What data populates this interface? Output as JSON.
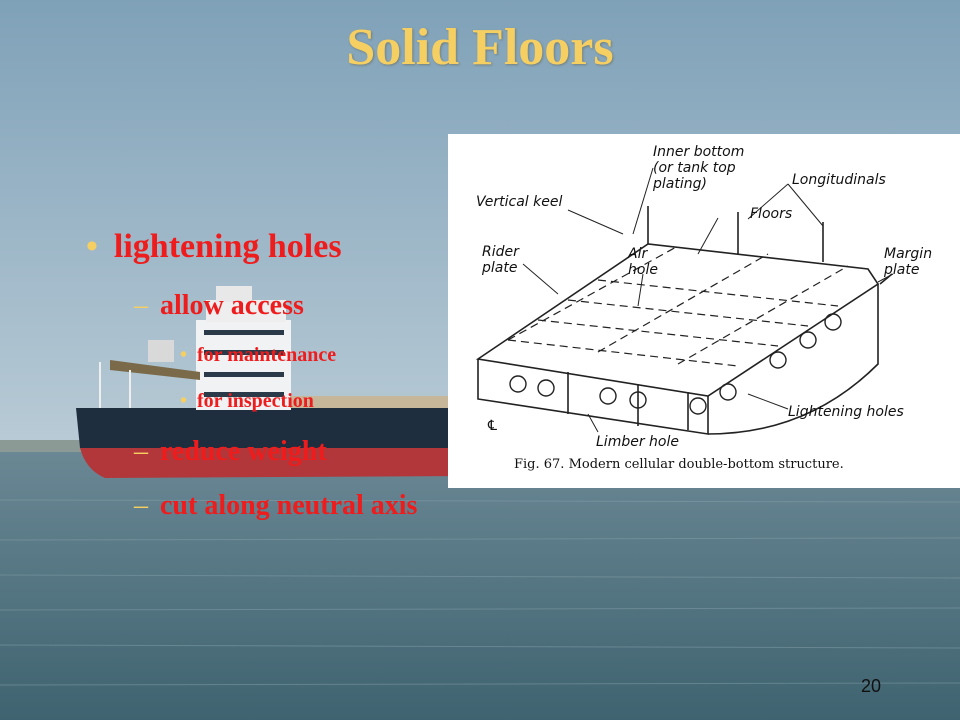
{
  "slide": {
    "title": "Solid Floors",
    "page_number": "20"
  },
  "bullets": {
    "main": "lightening holes",
    "sub1": "allow access",
    "sub1_items": [
      "for maintenance",
      "for inspection"
    ],
    "sub2": "reduce weight",
    "sub3": "cut along neutral axis"
  },
  "diagram": {
    "labels": {
      "inner_bottom_1": "Inner bottom",
      "inner_bottom_2": "(or tank top",
      "inner_bottom_3": "plating)",
      "longitudinals": "Longitudinals",
      "vertical_keel": "Vertical keel",
      "floors": "Floors",
      "rider_1": "Rider",
      "rider_2": "plate",
      "air_1": "Air",
      "air_2": "hole",
      "margin_1": "Margin",
      "margin_2": "plate",
      "lightening": "Lightening holes",
      "limber": "Limber hole",
      "centerline": "℄"
    },
    "caption": "Fig. 67. Modern cellular double-bottom structure."
  },
  "colors": {
    "title": "#f6cf63",
    "text": "#ee1c1c",
    "bullet_marker": "#f6cf63"
  }
}
